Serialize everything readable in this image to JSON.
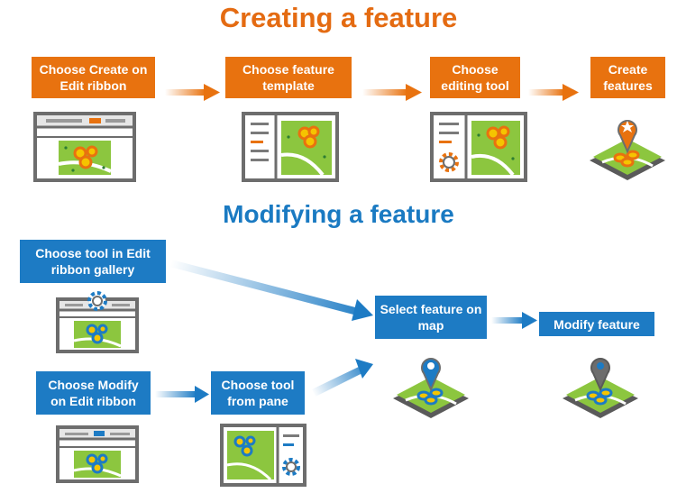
{
  "titles": {
    "create": "Creating a feature",
    "modify": "Modifying a feature"
  },
  "colors": {
    "orange": "#e8720f",
    "blue": "#1d7bc4",
    "map_green": "#8cc63f",
    "frame_gray": "#6d6d6d"
  },
  "create_steps": [
    {
      "label": "Choose Create on Edit ribbon",
      "icon": "edit-ribbon-create-icon"
    },
    {
      "label": "Choose feature template",
      "icon": "template-pane-map-icon"
    },
    {
      "label": "Choose editing tool",
      "icon": "editing-tool-gear-map-icon"
    },
    {
      "label": "Create features",
      "icon": "map-pin-star-icon"
    }
  ],
  "modify_steps": {
    "tool_gallery": {
      "label": "Choose tool in Edit ribbon gallery",
      "icon": "ribbon-gallery-gear-icon"
    },
    "modify_ribbon": {
      "label": "Choose Modify on Edit ribbon",
      "icon": "edit-ribbon-modify-icon"
    },
    "tool_pane": {
      "label": "Choose tool from pane",
      "icon": "pane-gear-map-icon"
    },
    "select": {
      "label": "Select feature on map",
      "icon": "map-pin-select-icon"
    },
    "modify": {
      "label": "Modify feature",
      "icon": "map-pin-modify-icon"
    }
  }
}
